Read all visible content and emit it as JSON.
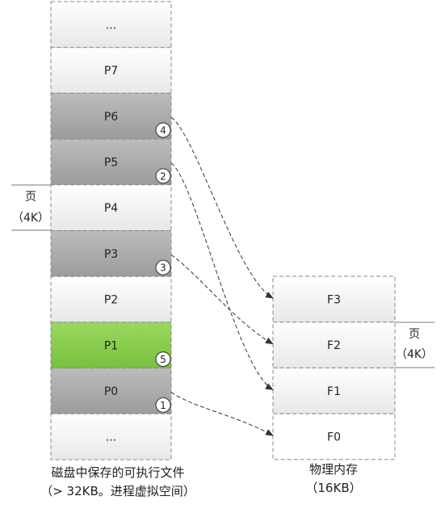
{
  "disk_pages": [
    {
      "label": "...",
      "state": "empty"
    },
    {
      "label": "P7",
      "state": "empty"
    },
    {
      "label": "P6",
      "state": "loaded",
      "marker": "4"
    },
    {
      "label": "P5",
      "state": "loaded",
      "marker": "2"
    },
    {
      "label": "P4",
      "state": "empty"
    },
    {
      "label": "P3",
      "state": "loaded",
      "marker": "3"
    },
    {
      "label": "P2",
      "state": "empty"
    },
    {
      "label": "P1",
      "state": "current",
      "marker": "5"
    },
    {
      "label": "P0",
      "state": "loaded",
      "marker": "1"
    },
    {
      "label": "...",
      "state": "empty"
    }
  ],
  "frames": [
    {
      "label": "F3"
    },
    {
      "label": "F2"
    },
    {
      "label": "F1"
    },
    {
      "label": "F0"
    }
  ],
  "mappings": [
    {
      "page": "P6",
      "frame": "F3",
      "marker": "4"
    },
    {
      "page": "P5",
      "frame": "F1",
      "marker": "2"
    },
    {
      "page": "P3",
      "frame": "F2",
      "marker": "3"
    },
    {
      "page": "P0",
      "frame": "F0",
      "marker": "1"
    }
  ],
  "left_page_size": {
    "line1": "页",
    "line2": "（4K）"
  },
  "right_page_size": {
    "line1": "页",
    "line2": "（4K）"
  },
  "disk_caption": {
    "line1": "磁盘中保存的可执行文件",
    "line2": "（> 32KB。进程虚拟空间）"
  },
  "memory_caption": {
    "line1": "物理内存",
    "line2": "（16KB）"
  },
  "colors": {
    "loaded": "#a9a9a9",
    "current": "#8ccf50",
    "empty": "#ffffff",
    "border": "#888888",
    "arrow": "#333333"
  }
}
